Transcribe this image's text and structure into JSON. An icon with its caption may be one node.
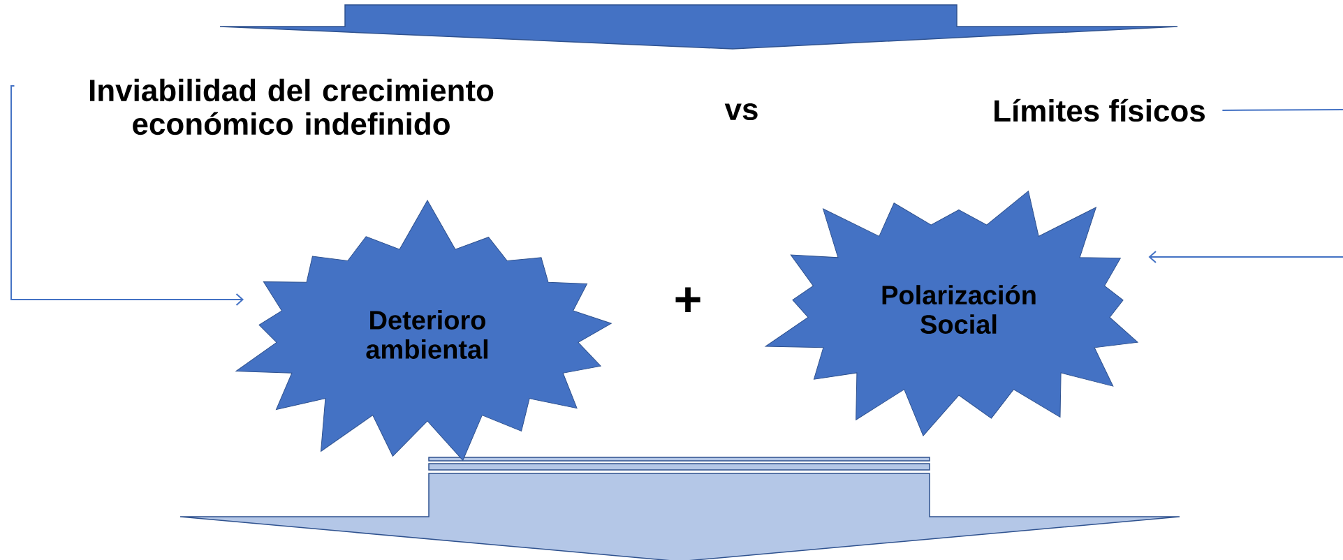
{
  "diagram": {
    "nodes": [
      {
        "text": [
          "Inviabilidad del crecimiento económico indefinido"
        ]
      },
      {
        "text": [
          "Límites físicos"
        ]
      },
      {
        "text": [
          "Deterioro ambiental"
        ]
      },
      {
        "text": [
          "Polarización Social"
        ]
      }
    ],
    "edges": [
      {
        "from": 0,
        "to": 2,
        "arrow": "to"
      },
      {
        "from": 1,
        "to": null,
        "arrow": "none"
      },
      {
        "from": null,
        "to": 3,
        "arrow": "to"
      }
    ],
    "labels": [
      "vs",
      "+"
    ]
  }
}
